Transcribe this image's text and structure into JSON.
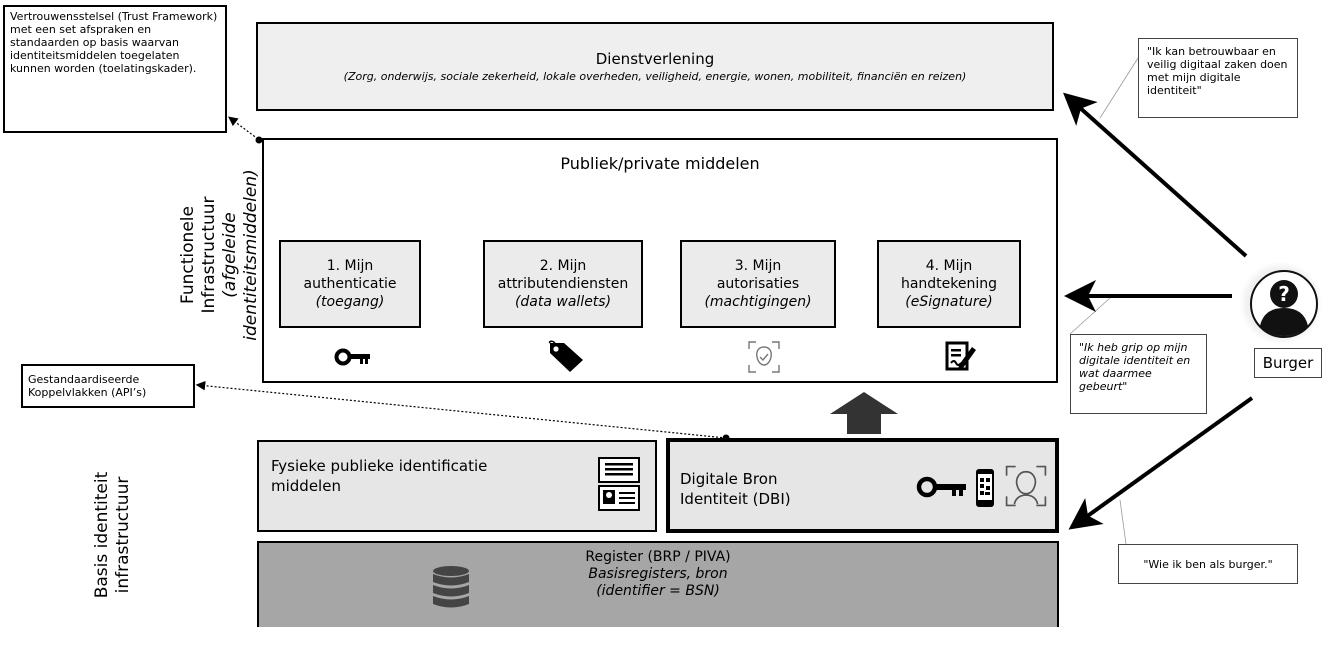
{
  "callouts": {
    "trust_framework": "Vertrouwensstelsel (Trust Framework) met een set afspraken en standaarden op basis waarvan identiteitsmiddelen toegelaten kunnen worden (toelatingskader).",
    "apis": "Gestandaardiseerde Koppelvlakken (API’s)"
  },
  "dienstverlening": {
    "title": "Dienstverlening",
    "subtitle": "(Zorg, onderwijs, sociale zekerheid, lokale overheden, veiligheid, energie, wonen, mobiliteit, financiën en reizen)"
  },
  "publiek": {
    "title": "Publiek/private middelen",
    "cards": [
      {
        "line1": "1. Mijn",
        "line2": "authenticatie",
        "sub": "(toegang)",
        "icon": "key-icon"
      },
      {
        "line1": "2. Mijn",
        "line2": "attributendiensten",
        "sub": "(data wallets)",
        "icon": "tag-icon"
      },
      {
        "line1": "3. Mijn",
        "line2": "autorisaties",
        "sub": "(machtigingen)",
        "icon": "face-scan-icon"
      },
      {
        "line1": "4. Mijn",
        "line2": "handtekening",
        "sub": "(eSignature)",
        "icon": "signature-icon"
      }
    ]
  },
  "side_labels": {
    "functionele_1": "Functionele",
    "functionele_2": "Infrastructuur",
    "functionele_3": "(afgeleide",
    "functionele_4": "identiteitsmiddelen)",
    "basis_1": "Basis identiteit",
    "basis_2": "infrastructuur"
  },
  "fysiek": {
    "text": "Fysieke publieke identificatie middelen",
    "icon": "id-card-icon"
  },
  "dbi": {
    "text": "Digitale Bron Identiteit (DBI)",
    "icons": [
      "key-icon",
      "phone-icon",
      "face-scan-icon"
    ]
  },
  "register": {
    "line1": "Register (BRP / PIVA)",
    "line2": "Basisregisters, bron",
    "line3": "(identifier = BSN)",
    "icon": "database-icon"
  },
  "quotes": {
    "q1": "\"Ik kan betrouwbaar en veilig digitaal zaken doen met mijn digitale identiteit\"",
    "q2": "\"Ik heb grip op mijn digitale identiteit en wat daarmee gebeurt\"",
    "q3": "\"Wie ik ben als burger.\""
  },
  "burger": {
    "label": "Burger",
    "icon": "person-question-icon"
  },
  "colors": {
    "box_light": "#efefef",
    "register": "#a6a6a6",
    "arrow": "#000000",
    "up_arrow": "#333333"
  }
}
